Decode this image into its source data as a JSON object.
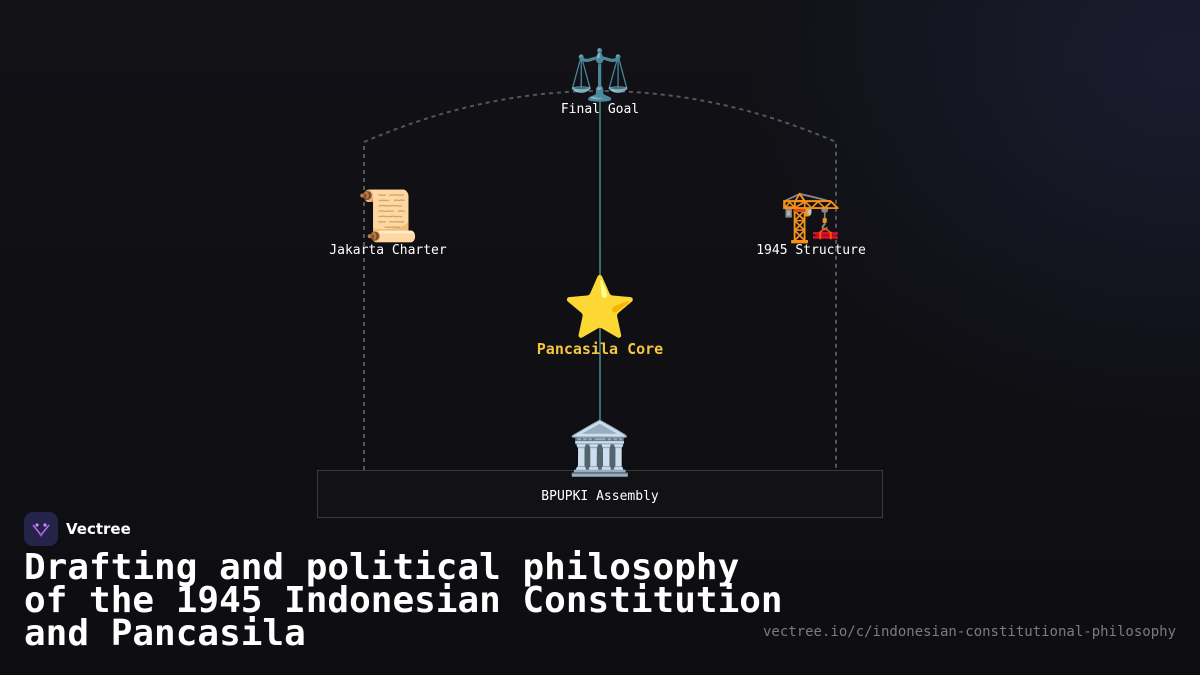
{
  "diagram": {
    "nodes": {
      "final_goal": {
        "icon": "⚖️",
        "icon_name": "scales-icon",
        "label": "Final Goal"
      },
      "jakarta_charter": {
        "icon": "📜",
        "icon_name": "scroll-icon",
        "label": "Jakarta Charter"
      },
      "structure_1945": {
        "icon": "🏗️",
        "icon_name": "crane-icon",
        "label": "1945 Structure"
      },
      "pancasila_core": {
        "icon": "⭐",
        "icon_name": "star-icon",
        "label": "Pancasila Core"
      },
      "bpupki": {
        "icon": "🏛️",
        "icon_name": "classical-building-icon",
        "label": "BPUPKI Assembly"
      }
    },
    "colors": {
      "core_label": "#f5c542",
      "axis_line": "#4a8a8a",
      "dashed_outline": "#55555c"
    }
  },
  "brand": {
    "name": "Vectree",
    "logo_icon": "vectree-logo-icon"
  },
  "title": "Drafting and political philosophy of the 1945 Indonesian Constitution and Pancasila",
  "url": "vectree.io/c/indonesian-constitutional-philosophy"
}
